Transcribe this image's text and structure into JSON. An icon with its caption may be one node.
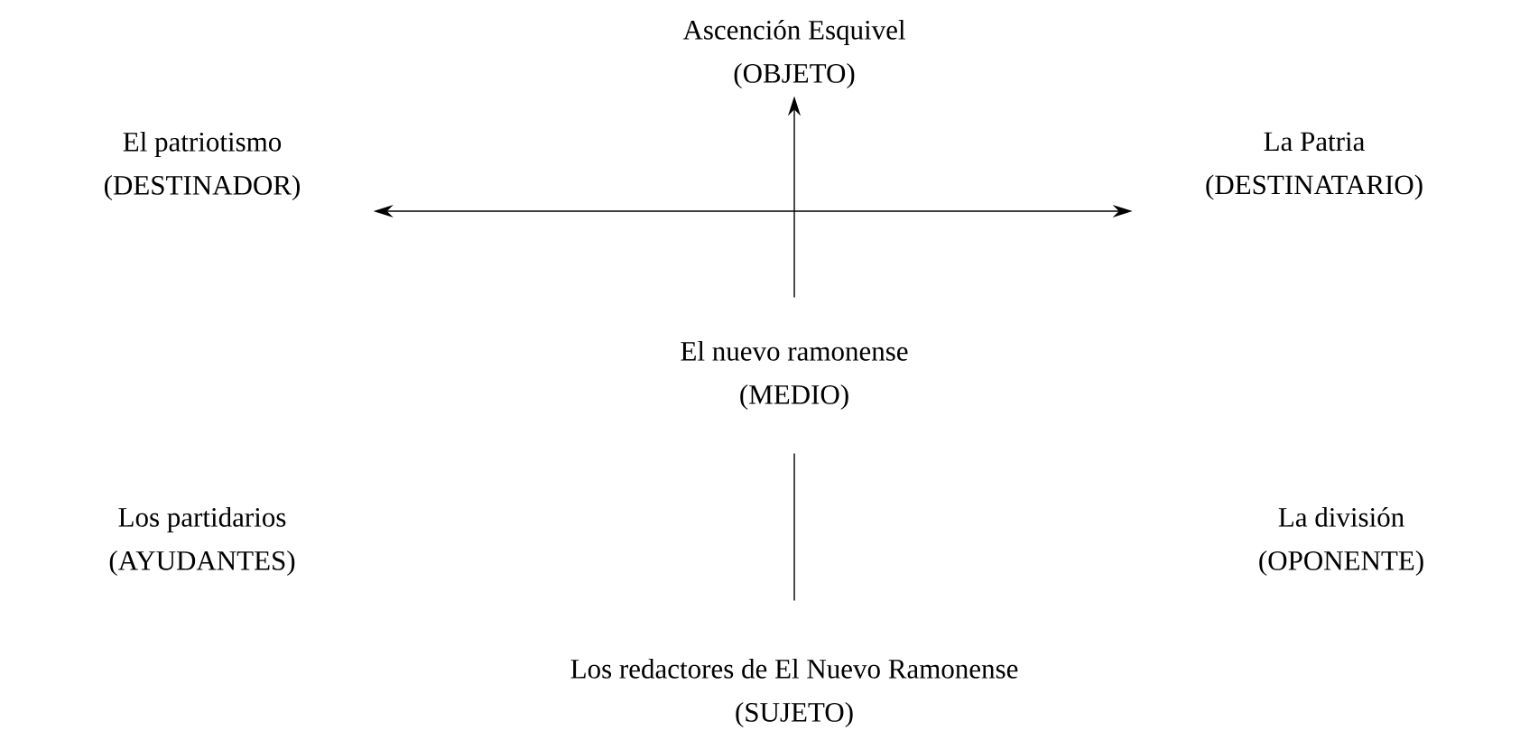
{
  "diagram": {
    "nodes": [
      {
        "text": [
          "Ascención Esquivel",
          "(OBJETO)"
        ]
      },
      {
        "text": [
          "El patriotismo",
          "(DESTINADOR)"
        ]
      },
      {
        "text": [
          "La Patria",
          "(DESTINATARIO)"
        ]
      },
      {
        "text": [
          "El nuevo ramonense",
          "(MEDIO)"
        ]
      },
      {
        "text": [
          "Los partidarios",
          "(AYUDANTES)"
        ]
      },
      {
        "text": [
          "La división",
          "(OPONENTE)"
        ]
      },
      {
        "text": [
          "Los redactores de El Nuevo Ramonense",
          "(SUJETO)"
        ]
      }
    ],
    "edges": [
      {
        "from": 1,
        "to": 2,
        "arrow": "both"
      },
      {
        "from": 3,
        "to": 0,
        "arrow": "to"
      },
      {
        "from": 6,
        "to": 3,
        "arrow": "none"
      }
    ]
  }
}
